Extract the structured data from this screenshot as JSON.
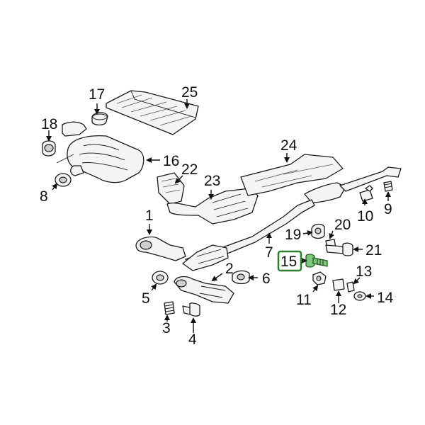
{
  "callouts": {
    "c1": "1",
    "c2": "2",
    "c3": "3",
    "c4": "4",
    "c5": "5",
    "c6": "6",
    "c7": "7",
    "c8": "8",
    "c9": "9",
    "c10": "10",
    "c11": "11",
    "c12": "12",
    "c13": "13",
    "c14": "14",
    "c15": "15",
    "c16": "16",
    "c17": "17",
    "c18": "18",
    "c19": "19",
    "c20": "20",
    "c21": "21",
    "c22": "22",
    "c23": "23",
    "c24": "24",
    "c25": "25"
  },
  "highlighted_part": "15",
  "colors": {
    "line": "#1a1a1a",
    "part_fill": "#f4f4f4",
    "highlight_box": "#2e7d32",
    "highlight_part": "#7cc67c"
  }
}
